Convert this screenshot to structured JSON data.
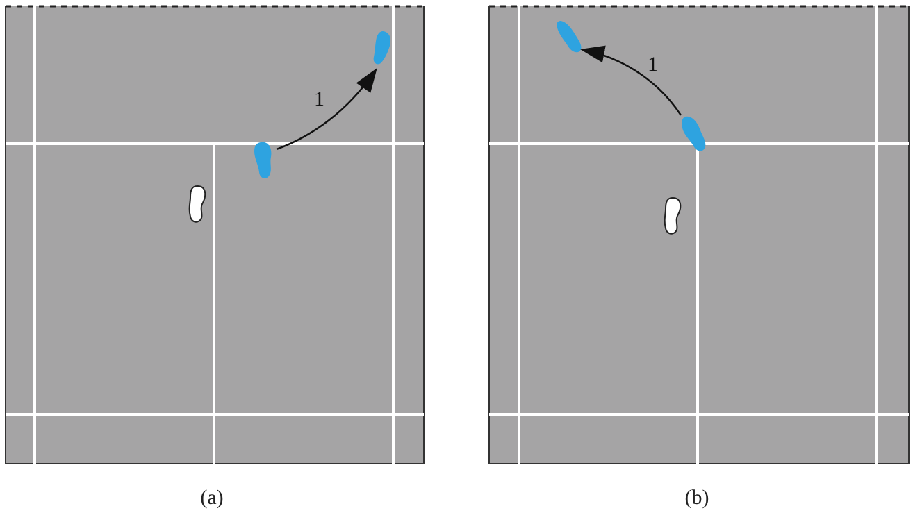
{
  "panels": [
    {
      "id": "a",
      "caption": "(a)",
      "step_label": "1"
    },
    {
      "id": "b",
      "caption": "(b)",
      "step_label": "1"
    }
  ],
  "colors": {
    "court": "#a5a4a5",
    "lines": "#ffffff",
    "outline": "#333333",
    "footprint_active": "#2ea3e0",
    "footprint_idle": "#ffffff",
    "arrow": "#111111"
  }
}
